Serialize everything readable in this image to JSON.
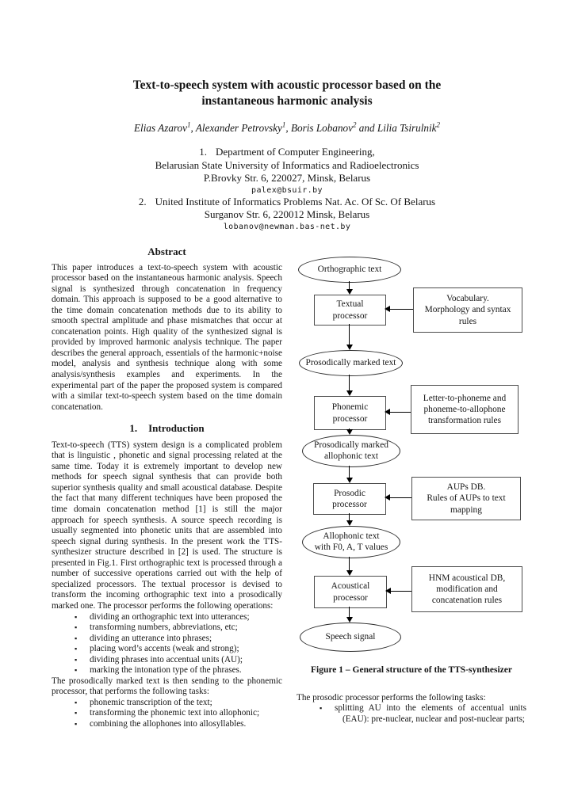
{
  "page": {
    "title": "Text-to-speech system with acoustic processor based on the instantaneous harmonic analysis"
  },
  "authors": {
    "parts": [
      {
        "name": "Elias Azarov",
        "sup": "1",
        "sep": ", "
      },
      {
        "name": "Alexander Petrovsky",
        "sup": "1",
        "sep": ", "
      },
      {
        "name": "Boris Lobanov",
        "sup": "2",
        "sep": " and "
      },
      {
        "name": "Lilia Tsirulnik",
        "sup": "2",
        "sep": ""
      }
    ]
  },
  "affiliations": [
    {
      "num": "1.",
      "lines": [
        "Department of Computer Engineering,",
        "Belarusian State University of Informatics and Radioelectronics",
        "P.Brovky Str. 6, 220027, Minsk, Belarus"
      ],
      "email": "palex@bsuir.by"
    },
    {
      "num": "2.",
      "lines": [
        "United Institute of Informatics Problems Nat. Ac. Of Sc. Of Belarus",
        "Surganov Str. 6, 220012 Minsk, Belarus"
      ],
      "email": "lobanov@newman.bas-net.by"
    }
  ],
  "abstract": {
    "heading": "Abstract",
    "text": "This paper introduces a text-to-speech system with acoustic processor based on the instantaneous harmonic analysis. Speech signal is synthesized through concatenation in frequency domain. This approach is supposed to be a good alternative to the time domain concatenation methods due to its ability to smooth spectral amplitude and phase mismatches that occur at concatenation points. High quality of the synthesized signal is provided by improved harmonic analysis technique. The paper describes the general approach, essentials of the harmonic+noise model, analysis and synthesis technique along with some analysis/synthesis examples and experiments. In the experimental part of the paper the proposed system is compared with a similar text-to-speech system based on the time domain concatenation."
  },
  "introduction": {
    "num": "1.",
    "heading": "Introduction",
    "para1": "Text-to-speech (TTS) system design is a complicated problem that is linguistic , phonetic and signal processing related at the same time. Today it is extremely important to develop new methods for speech signal synthesis that can provide both superior synthesis quality and small acoustical database. Despite the fact that many different techniques have been proposed the time domain concatenation method [1] is still the major approach for speech synthesis. A source speech recording is usually segmented into phonetic units that are assembled into speech signal during synthesis. In the present work the TTS-synthesizer structure described in [2] is used. The structure is presented in Fig.1. First orthographic text is processed through a number of successive operations carried out with the help of specialized processors. The textual processor is devised to transform the incoming orthographic text into a prosodically marked one. The processor performs the following operations:",
    "bullets1": [
      "dividing an orthographic text into utterances;",
      "transforming numbers, abbreviations, etc;",
      "dividing an utterance into phrases;",
      "placing word’s accents (weak and strong);",
      "dividing phrases into accentual units (AU);",
      "marking the intonation type of the phrases."
    ],
    "para2": "The prosodically marked text is then sending to the phonemic processor, that performs the following tasks:",
    "bullets2": [
      "phonemic transcription of the text;",
      "transforming the phonemic text into allophonic;",
      "combining the allophones into allosyllables."
    ]
  },
  "diagram": {
    "ellipses": [
      "Orthographic text",
      "Prosodically marked text",
      "Prosodically marked\nallophonic text",
      "Allophonic text\nwith F0, A, T values",
      "Speech signal"
    ],
    "processors": [
      "Textual\nprocessor",
      "Phonemic\nprocessor",
      "Prosodic\nprocessor",
      "Acoustical\nprocessor"
    ],
    "resources": [
      "Vocabulary.\nMorphology and syntax\nrules",
      "Letter-to-phoneme and\nphoneme-to-allophone\ntransformation rules",
      "AUPs DB.\nRules of AUPs to text\nmapping",
      "HNM acoustical DB,\nmodification and\nconcatenation rules"
    ]
  },
  "figure": {
    "caption": "Figure 1 – General structure of the TTS-synthesizer"
  },
  "after_figure": {
    "para": "The prosodic processor performs the following tasks:",
    "bullets": [
      "splitting AU into the elements of accentual units (EAU): pre-nuclear, nuclear and post-nuclear parts;"
    ]
  },
  "icons": {
    "bullet": "▪"
  }
}
